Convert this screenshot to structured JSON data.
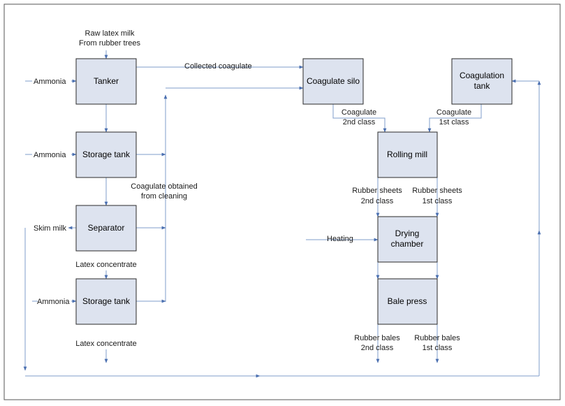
{
  "nodes": {
    "tanker": "Tanker",
    "storage_tank_1": "Storage tank",
    "separator": "Separator",
    "storage_tank_2": "Storage tank",
    "coagulate_silo": "Coagulate silo",
    "coagulation_tank": [
      "Coagulation",
      "tank"
    ],
    "rolling_mill": "Rolling mill",
    "drying_chamber": [
      "Drying",
      "chamber"
    ],
    "bale_press": "Bale press"
  },
  "labels": {
    "raw_latex": [
      "Raw latex milk",
      "From rubber trees"
    ],
    "ammonia": "Ammonia",
    "collected_coagulate": "Collected coagulate",
    "coagulate_cleaning": [
      "Coagulate obtained",
      "from cleaning"
    ],
    "skim_milk": "Skim milk",
    "latex_concentrate": "Latex concentrate",
    "coagulate": "Coagulate",
    "second_class": "2nd class",
    "first_class": "1st class",
    "rubber_sheets": "Rubber sheets",
    "rubber_bales": "Rubber bales",
    "heating": "Heating"
  }
}
